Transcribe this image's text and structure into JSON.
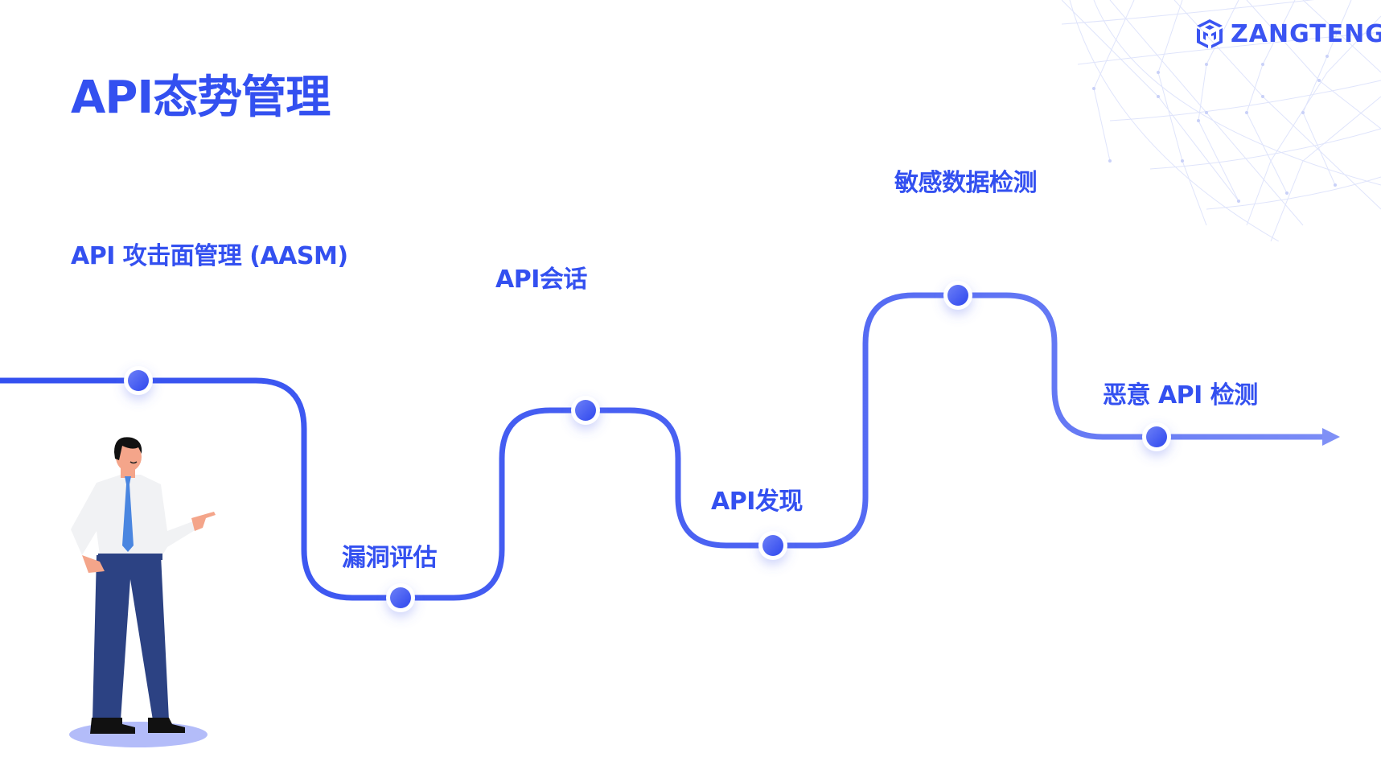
{
  "header": {
    "title": "API态势管理",
    "logo_text": "ZANGTENG",
    "logo_icon": "cube-logo-icon"
  },
  "roadmap": {
    "steps": [
      {
        "label": "API 攻击面管理 (AASM)",
        "position": "above"
      },
      {
        "label": "漏洞评估",
        "position": "above"
      },
      {
        "label": "API会话",
        "position": "above"
      },
      {
        "label": "API发现",
        "position": "above"
      },
      {
        "label": "敏感数据检测",
        "position": "above"
      },
      {
        "label": "恶意 API 检测",
        "position": "above"
      }
    ],
    "end_marker": "arrow-right-icon"
  },
  "colors": {
    "primary": "#3350f0",
    "path_start": "#3350f0",
    "path_end": "#7b8cf6",
    "node_fill": "#3b52f2",
    "globe_line": "#dfe4fb",
    "shadow_ellipse": "#b3bcf9",
    "pants": "#2c4283",
    "tie": "#4a86e0",
    "skin": "#f4a58a",
    "shirt": "#f1f2f4"
  },
  "illustration": {
    "subject": "businessman-pointing-illustration"
  }
}
